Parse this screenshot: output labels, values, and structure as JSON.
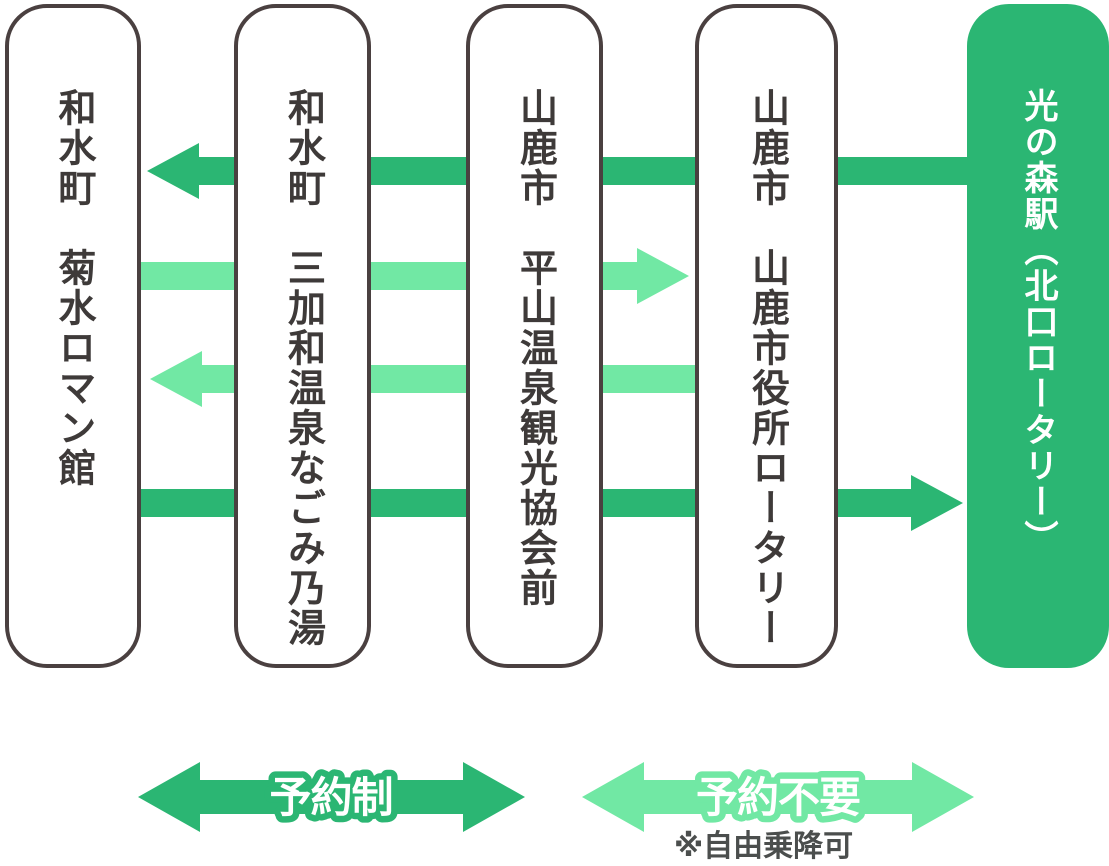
{
  "diagram": {
    "stops": [
      {
        "label": "和水町　菊水ロマン館",
        "style": "outline"
      },
      {
        "label": "和水町　三加和温泉なごみ乃湯",
        "style": "outline"
      },
      {
        "label": "山鹿市　平山温泉観光協会前",
        "style": "outline"
      },
      {
        "label": "山鹿市　山鹿市役所ロータリー",
        "style": "outline"
      },
      {
        "label": "光の森駅（北口ロータリー）",
        "style": "filled"
      }
    ],
    "route_arrows": [
      {
        "row": 1,
        "direction": "left",
        "color": "#2bb673",
        "span": "光の森駅（北口ロータリー）→ 和水町　菊水ロマン館"
      },
      {
        "row": 2,
        "direction": "right",
        "color": "#71e8a4",
        "span": "和水町　菊水ロマン館 → 山鹿市　山鹿市役所ロータリー"
      },
      {
        "row": 3,
        "direction": "left",
        "color": "#71e8a4",
        "span": "山鹿市　山鹿市役所ロータリー → 和水町　菊水ロマン館"
      },
      {
        "row": 4,
        "direction": "right",
        "color": "#2bb673",
        "span": "和水町　菊水ロマン館 → 光の森駅（北口ロータリー）"
      }
    ],
    "legend": {
      "reserved_label": "予約制",
      "no_reservation_label": "予約不要",
      "note": "※自由乗降可"
    },
    "colors": {
      "primary_green": "#2bb673",
      "light_green": "#71e8a4",
      "pill_border": "#4a4040",
      "text_dark": "#3e3a39",
      "note_gray": "#4b4e4d",
      "background": "#ffffff"
    }
  }
}
